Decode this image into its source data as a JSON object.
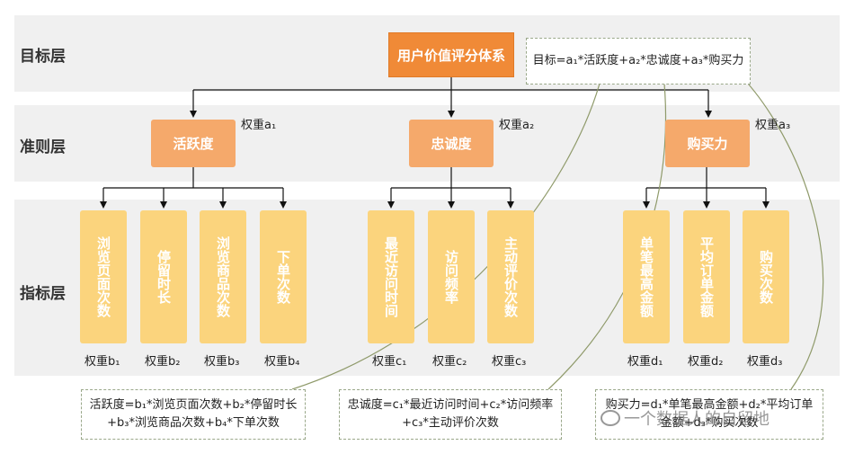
{
  "layers": {
    "goal": "目标层",
    "criteria": "准则层",
    "indicator": "指标层"
  },
  "root": "用户价值评分体系",
  "goal_formula": "目标=a₁*活跃度+a₂*忠诚度+a₃*购买力",
  "criteria": [
    {
      "label": "活跃度",
      "weight": "权重a₁",
      "indicators": [
        {
          "label": "浏览页面次数",
          "weight": "权重b₁"
        },
        {
          "label": "停留时长",
          "weight": "权重b₂"
        },
        {
          "label": "浏览商品次数",
          "weight": "权重b₃"
        },
        {
          "label": "下单次数",
          "weight": "权重b₄"
        }
      ],
      "formula": "活跃度=b₁*浏览页面次数+b₂*停留时长\n+b₃*浏览商品次数+b₄*下单次数"
    },
    {
      "label": "忠诚度",
      "weight": "权重a₂",
      "indicators": [
        {
          "label": "最近访问时间",
          "weight": "权重c₁"
        },
        {
          "label": "访问频率",
          "weight": "权重c₂"
        },
        {
          "label": "主动评价次数",
          "weight": "权重c₃"
        }
      ],
      "formula": "忠诚度=c₁*最近访问时间+c₂*访问频率\n+c₃*主动评价次数"
    },
    {
      "label": "购买力",
      "weight": "权重a₃",
      "indicators": [
        {
          "label": "单笔最高金额",
          "weight": "权重d₁"
        },
        {
          "label": "平均订单金额",
          "weight": "权重d₂"
        },
        {
          "label": "购买次数",
          "weight": "权重d₃"
        }
      ],
      "formula": "购买力=d₁*单笔最高金额+d₂*平均订单\n金额+d₃*购买次数"
    }
  ],
  "watermark": "一个数据人的自留地",
  "colors": {
    "root": "#f08a37",
    "criteria": "#f5a96b",
    "indicator": "#fbd47d",
    "band": "#f0f0f0",
    "curve": "#8f9a6a"
  }
}
